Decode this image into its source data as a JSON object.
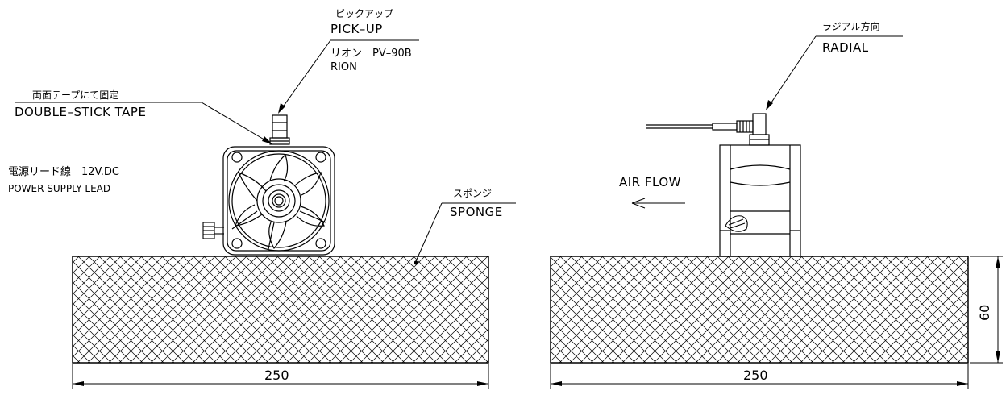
{
  "left_view": {
    "pickup_label_jp": "ピックアップ",
    "pickup_label_en": "PICK–UP",
    "model_label": "リオン　PV–90B",
    "maker_label": "RION",
    "tape_label_jp": "両面テープにて固定",
    "tape_label_en": "DOUBLE–STICK  TAPE",
    "lead_label_jp": "電源リード線　12V.DC",
    "lead_label_en": "POWER SUPPLY LEAD",
    "sponge_label_jp": "スポンジ",
    "sponge_label_en": "SPONGE",
    "width_dimension": "250"
  },
  "right_view": {
    "radial_label_jp": "ラジアル方向",
    "radial_label_en": "RADIAL",
    "airflow_label": "AIR  FLOW",
    "width_dimension": "250",
    "height_dimension": "60"
  }
}
